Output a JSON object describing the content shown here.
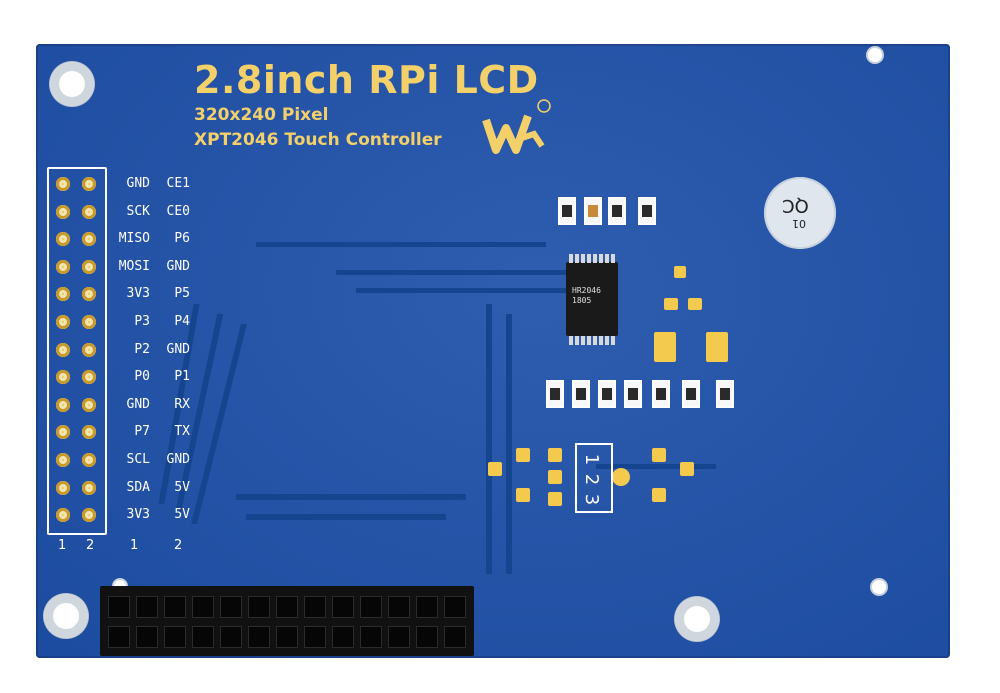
{
  "board": {
    "title": "2.8inch RPi LCD",
    "line1": "320x240 Pixel",
    "line2": "XPT2046 Touch Controller",
    "logo_text": "W",
    "logo_mark": "®"
  },
  "pin_labels_left": [
    "GND",
    "SCK",
    "MISO",
    "MOSI",
    "3V3",
    "P3",
    "P2",
    "P0",
    "GND",
    "P7",
    "SCL",
    "SDA",
    "3V3"
  ],
  "pin_labels_right": [
    "CE1",
    "CE0",
    "P6",
    "GND",
    "P5",
    "P4",
    "GND",
    "P1",
    "RX",
    "TX",
    "GND",
    "5V",
    "5V"
  ],
  "column_numbers": {
    "a": "1",
    "b": "2",
    "c": "1",
    "d": "2"
  },
  "chip": {
    "line1": "HR2046",
    "line2": "1805"
  },
  "qc": {
    "main": "QC",
    "sub": "01"
  },
  "pinnums": [
    "1",
    "2",
    "3"
  ],
  "colors": {
    "board": "#1d4fa8",
    "gold": "#f3d06a",
    "silk": "#ffffff"
  }
}
